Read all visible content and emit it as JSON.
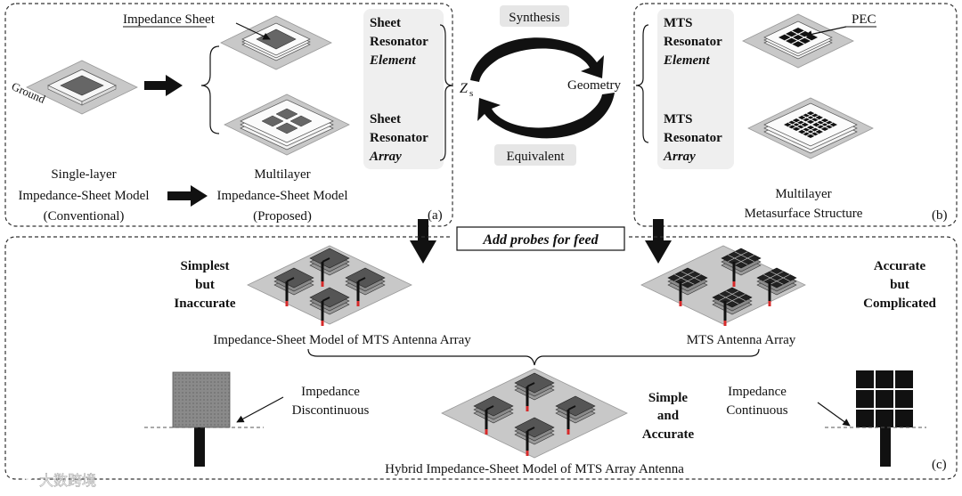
{
  "panel_a": {
    "impedance_sheet_label": "Impedance Sheet",
    "ground_label": "Ground",
    "sheet_resonator_element": [
      "Sheet",
      "Resonator",
      "Element"
    ],
    "sheet_resonator_array": [
      "Sheet",
      "Resonator",
      "Array"
    ],
    "single_layer_caption": [
      "Single-layer",
      "Impedance-Sheet Model",
      "(Conventional)"
    ],
    "multilayer_caption": [
      "Multilayer",
      "Impedance-Sheet Model",
      "(Proposed)"
    ],
    "tag": "(a)"
  },
  "center": {
    "synthesis": "Synthesis",
    "equivalent": "Equivalent",
    "zs_symbol": "Z",
    "zs_subscript": "s",
    "geometry": "Geometry"
  },
  "panel_b": {
    "pec_label": "PEC",
    "mts_resonator_element": [
      "MTS",
      "Resonator",
      "Element"
    ],
    "mts_resonator_array": [
      "MTS",
      "Resonator",
      "Array"
    ],
    "caption": [
      "Multilayer",
      "Metasurface Structure"
    ],
    "tag": "(b)"
  },
  "feed_banner": "Add  probes for feed",
  "panel_c": {
    "left_note": [
      "Simplest",
      "but",
      "Inaccurate"
    ],
    "left_caption": "Impedance-Sheet  Model of MTS Antenna Array",
    "right_note": [
      "Accurate",
      "but",
      "Complicated"
    ],
    "right_caption": "MTS Antenna Array",
    "center_note": [
      "Simple",
      "and",
      "Accurate"
    ],
    "hybrid_caption": "Hybrid  Impedance-Sheet  Model of MTS Array Antenna",
    "impedance_discontinuous": [
      "Impedance",
      "Discontinuous"
    ],
    "impedance_continuous": [
      "Impedance",
      "Continuous"
    ],
    "tag": "(c)"
  },
  "watermark": "大数跨境",
  "colors": {
    "ground_gray": "#c8c8c8",
    "sheet_gray": "#777777",
    "label_box_gray": "#efefef",
    "dark": "#111111",
    "probe_red": "#d62a2a"
  }
}
